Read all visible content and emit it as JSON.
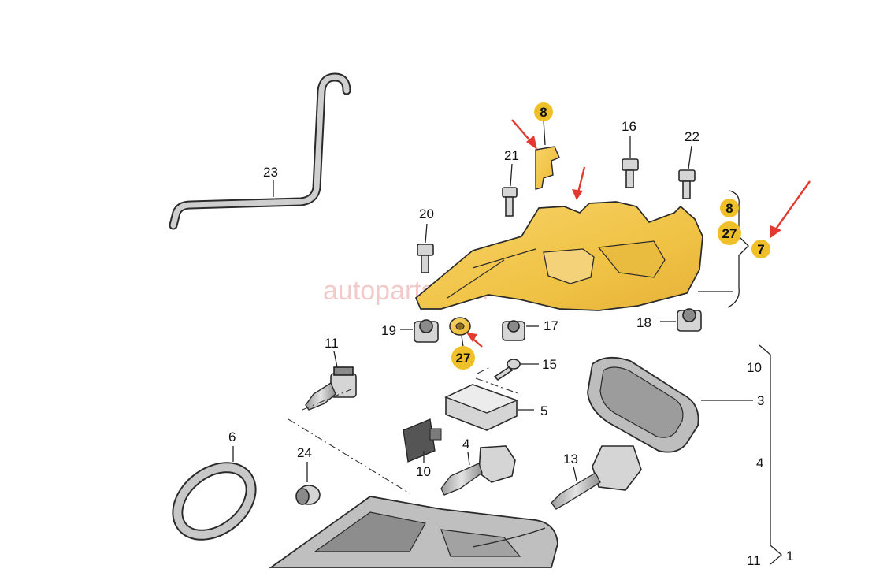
{
  "watermark": "autoparts2017",
  "part_labels": {
    "l23": "23",
    "l21": "21",
    "l16": "16",
    "l22": "22",
    "l20": "20",
    "l19": "19",
    "l17": "17",
    "l18": "18",
    "l11a": "11",
    "l15": "15",
    "l5": "5",
    "l6": "6",
    "l24": "24",
    "l10a": "10",
    "l4a": "4",
    "l13": "13",
    "l10b": "10",
    "l3": "3",
    "l4b": "4",
    "l11b": "11",
    "l1": "1"
  },
  "callouts": {
    "c8_top": "8",
    "c8_right": "8",
    "c27_right": "27",
    "c7": "7",
    "c27_bottom": "27"
  },
  "colors": {
    "callout_fill": "#f0c02a",
    "bracket_fill": "#f5c84a",
    "arrow": "#e23a2f",
    "outline": "#2a2a2a"
  }
}
